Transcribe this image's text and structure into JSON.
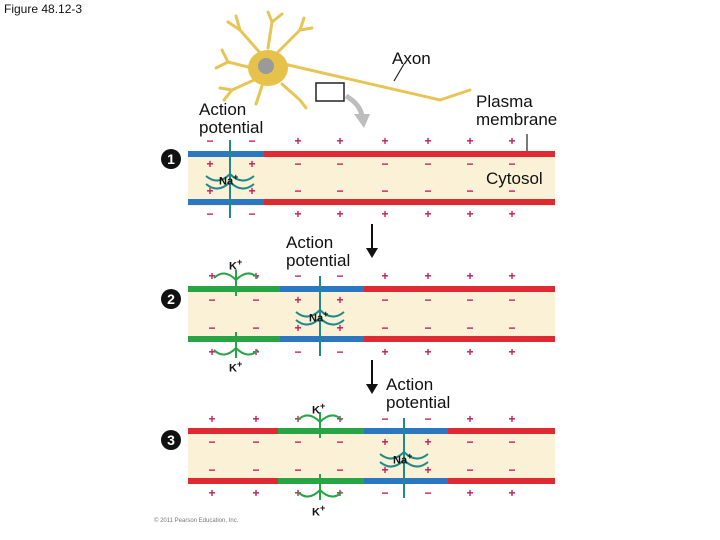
{
  "figure_label": "Figure 48.12-3",
  "labels": {
    "axon": "Axon",
    "plasma_membrane": "Plasma\nmembrane",
    "cytosol": "Cytosol",
    "action_potential": "Action\npotential",
    "na": "Na",
    "k": "K",
    "ion_charge": "+"
  },
  "steps": [
    "1",
    "2",
    "3"
  ],
  "copyright": "© 2011 Pearson Education, Inc.",
  "colors": {
    "resting_membrane": "#e02a33",
    "depolarized_membrane": "#2b78c2",
    "repolarizing_membrane": "#27a545",
    "cytosol_fill": "#fbf1d6",
    "charge_sign": "#c2185b",
    "arrow_teal": "#1f8a8a"
  }
}
